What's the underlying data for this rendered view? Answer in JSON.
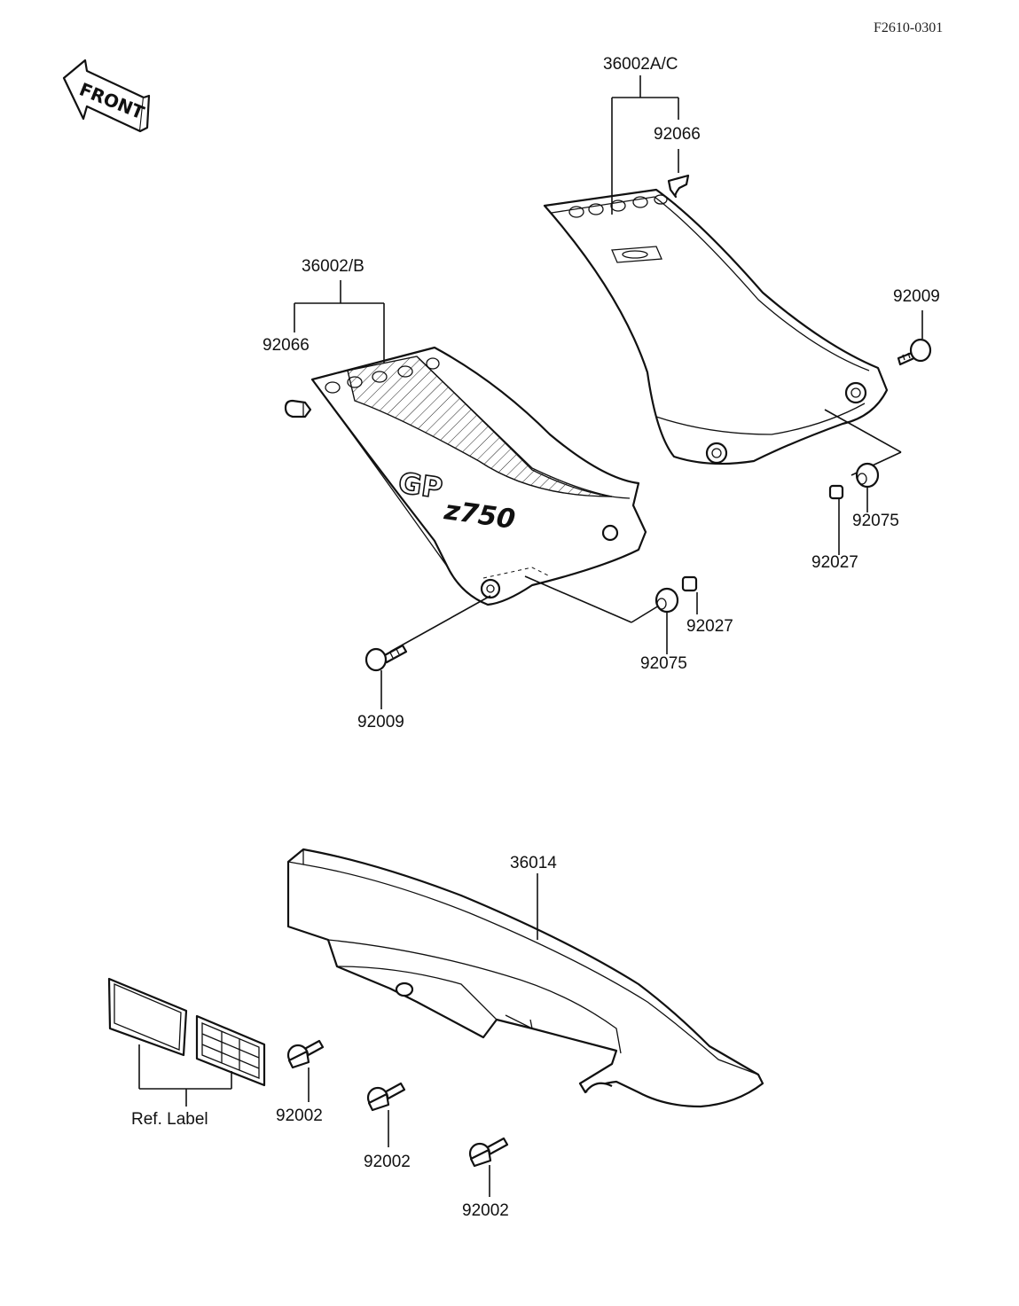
{
  "drawing_code": "F2610-0301",
  "front_arrow_text": "FRONT",
  "logo_text": {
    "gp": "GP",
    "model": "z750"
  },
  "parts": {
    "p36002ac": "36002A/C",
    "p92066_top": "92066",
    "p36002b": "36002/B",
    "p92066_left": "92066",
    "p92009_right": "92009",
    "p92075_right": "92075",
    "p92027_right": "92027",
    "p92027_left": "92027",
    "p92075_left": "92075",
    "p92009_left": "92009",
    "p36014": "36014",
    "ref_label": "Ref. Label",
    "p92002_a": "92002",
    "p92002_b": "92002",
    "p92002_c": "92002"
  }
}
